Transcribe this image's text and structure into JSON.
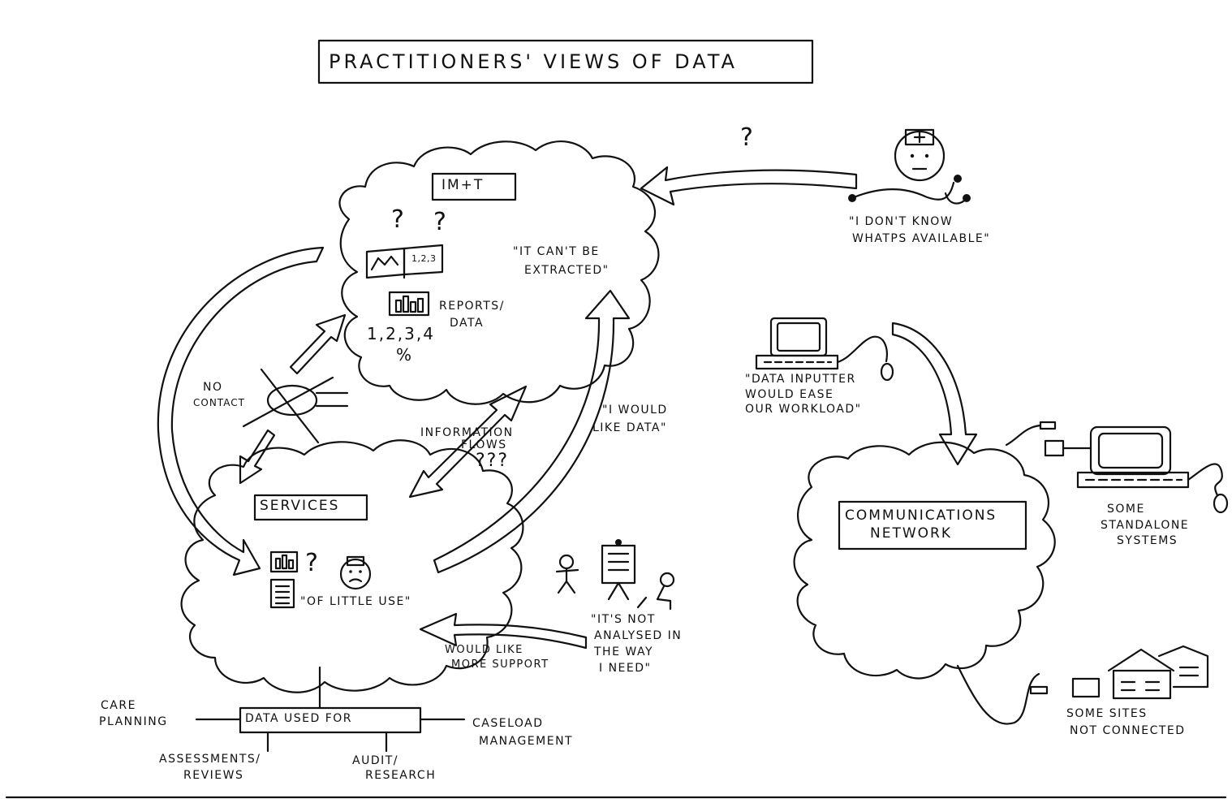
{
  "title": "PRACTITIONERS' VIEWS OF DATA",
  "imt_label": "IM+T",
  "services_label": "SERVICES",
  "network_label": [
    "COMMUNICATIONS",
    "NETWORK"
  ],
  "book_text": "1,2,3",
  "reports_label": [
    "REPORTS/",
    "DATA"
  ],
  "numbers_text": "1,2,3,4",
  "percent_text": "%",
  "cant_extract": [
    "\"IT CAN'T BE",
    "EXTRACTED\""
  ],
  "no_contact": [
    "NO",
    "CONTACT"
  ],
  "information_flows": [
    "INFORMATION",
    "FLOWS",
    "???"
  ],
  "would_like_data": [
    "\"I WOULD",
    "LIKE DATA\""
  ],
  "dont_know": [
    "\"I DON'T KNOW",
    "WHATPS AVAILABLE\""
  ],
  "data_inputter": [
    "\"DATA INPUTTER",
    "WOULD EASE",
    "OUR WORKLOAD\""
  ],
  "of_little_use": "\"OF LITTLE USE\"",
  "not_analysed": [
    "\"IT'S NOT",
    "ANALYSED IN",
    "THE WAY",
    "I NEED\""
  ],
  "more_support": [
    "WOULD LIKE",
    "MORE SUPPORT"
  ],
  "data_used_for": "DATA USED FOR",
  "care_planning": [
    "CARE",
    "PLANNING"
  ],
  "caseload": [
    "CASELOAD",
    "MANAGEMENT"
  ],
  "assessments": [
    "ASSESSMENTS/",
    "REVIEWS"
  ],
  "audit": [
    "AUDIT/",
    "RESEARCH"
  ],
  "standalone": [
    "SOME",
    "STANDALONE",
    "SYSTEMS"
  ],
  "not_connected": [
    "SOME SITES",
    "NOT CONNECTED"
  ],
  "question_mark": "?"
}
